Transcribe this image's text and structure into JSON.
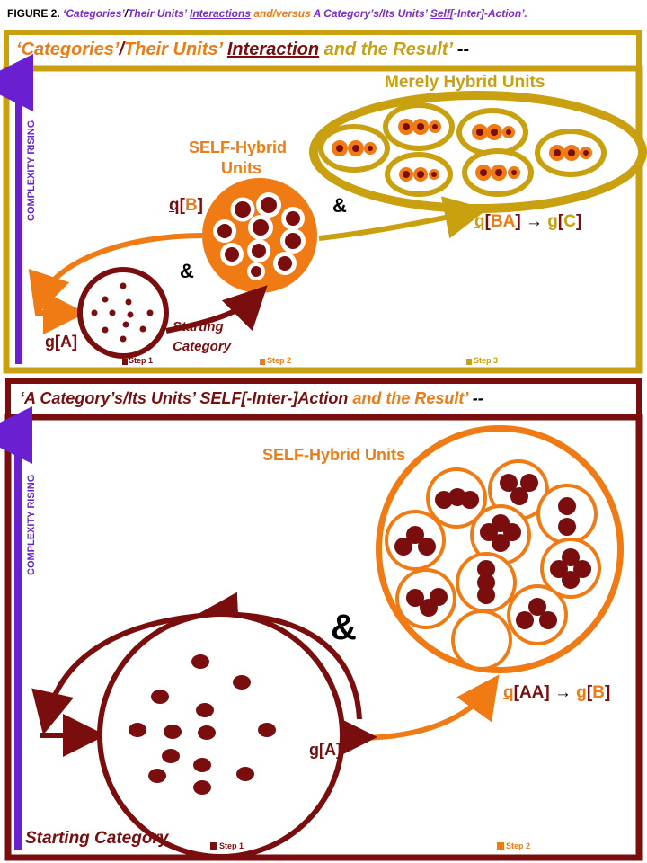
{
  "caption": {
    "prefix": "FIGURE 2.",
    "p1": "‘Categories’",
    "p2": "/",
    "p3": "Their Units’ ",
    "p4": "Interactions",
    "p5": " and/versus ",
    "p6": "A Category’s/Its Units’ ",
    "p7": "Self",
    "p8": "[-Inter]-Action’."
  },
  "top": {
    "title_a": "‘Categories’",
    "title_b": "/",
    "title_c": "Their Units’ ",
    "title_d": "Interaction",
    "title_e": " and the Result’",
    "title_f": " --",
    "axis_label": "COMPLEXITY RISING",
    "hybrid_title": "Merely Hybrid Units",
    "self_hybrid_line1": "SELF-Hybrid",
    "self_hybrid_line2": "Units",
    "gB_g": "q",
    "gB_open": "[",
    "gB_letter": "B",
    "gB_close": "]",
    "amp1": "&",
    "amp2": "&",
    "gBA_g": "q",
    "gBA_open": "[",
    "gBA_letters": "BA",
    "gBA_close": "]",
    "arrow": "→",
    "gC_g": "g",
    "gC_open": "[",
    "gC_letter": "C",
    "gC_close": "]",
    "gA_g": "g",
    "gA_open": "[",
    "gA_letter": "A",
    "gA_close": "]",
    "start_line1": "Starting",
    "start_line2": "Category",
    "step1": "Step 1",
    "step2": "Step 2",
    "step3": "Step 3"
  },
  "bottom": {
    "title_a": "‘A Category’s/Its Units’ ",
    "title_b": "SELF",
    "title_c": "[-Inter-]Action",
    "title_d": " and the Result’",
    "title_e": " --",
    "axis_label": "COMPLEXITY RISING",
    "self_hybrid": "SELF-Hybrid Units",
    "amp": "&",
    "gAA_g": "q",
    "gAA_open": "[",
    "gAA_letters": "AA",
    "gAA_close": "]",
    "arrow": "→",
    "gB_g": "g",
    "gB_open": "[",
    "gB_letter": "B",
    "gB_close": "]",
    "gA_g": "g",
    "gA_open": "[",
    "gA_letter": "A",
    "gA_close": "]",
    "start": "Starting Category",
    "step1": "Step 1",
    "step2": "Step 2"
  },
  "colors": {
    "gold": "#c9a010",
    "orange": "#f07a14",
    "maroon": "#7a0e0e",
    "purple": "#6a1fd0"
  }
}
